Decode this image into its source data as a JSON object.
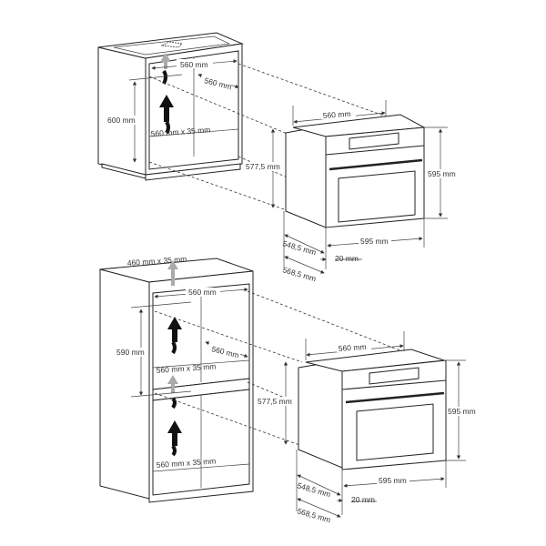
{
  "diagram": {
    "type": "oven-installation-dimensions",
    "sections": [
      {
        "name": "under-counter-installation",
        "cabinet": {
          "width_label": "560 mm",
          "depth_label": "560 mm",
          "height_label": "600 mm",
          "vent_label": "560 mm x 35 mm"
        },
        "oven": {
          "top_width_label": "560 mm",
          "side_height_label": "577,5 mm",
          "front_height_label": "595 mm",
          "front_width_label": "595 mm",
          "depth_label": "548,5 mm",
          "total_depth_label": "568,5 mm",
          "door_thickness_label": "20 mm"
        }
      },
      {
        "name": "tall-cabinet-installation",
        "cabinet": {
          "top_vent_label": "460 mm x 35 mm",
          "width_label": "560 mm",
          "depth_label": "560 mm",
          "height_label": "590 mm",
          "middle_vent_label": "560 mm x 35 mm",
          "bottom_vent_label": "560 mm x 35 mm"
        },
        "oven": {
          "top_width_label": "560 mm",
          "side_height_label": "577,5 mm",
          "front_height_label": "595 mm",
          "front_width_label": "595 mm",
          "depth_label": "548,5 mm",
          "total_depth_label": "568,5 mm",
          "door_thickness_label": "20 mm"
        }
      }
    ]
  }
}
